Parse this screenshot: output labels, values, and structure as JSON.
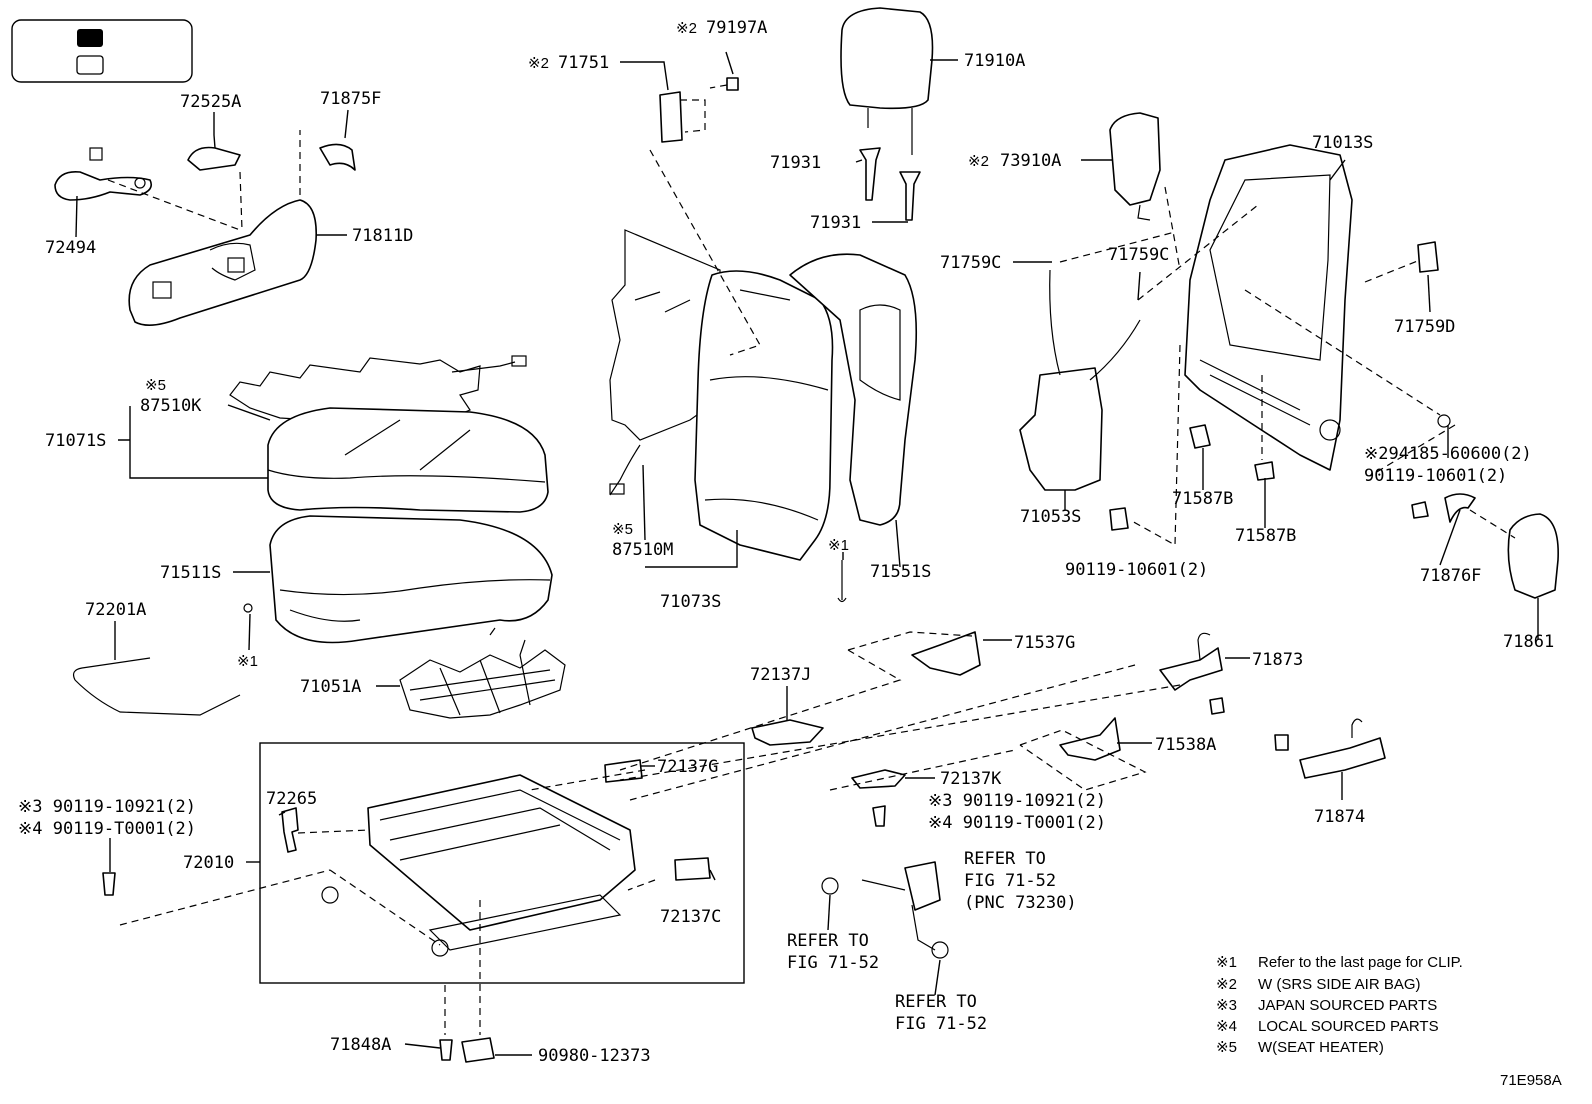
{
  "legend": {
    "filled_swatch": "#000000",
    "empty_swatch": "#ffffff"
  },
  "callouts": {
    "c72525A": "72525A",
    "c71875F": "71875F",
    "c72494": "72494",
    "c71811D": "71811D",
    "c79197A": "79197A",
    "c79197A_mark": "※2",
    "c71751": "71751",
    "c71751_mark": "※2",
    "c71910A": "71910A",
    "c71931a": "71931",
    "c71931b": "71931",
    "c73910A": "73910A",
    "c73910A_mark": "※2",
    "c71013S": "71013S",
    "c71759Ca": "71759C",
    "c71759Cb": "71759C",
    "c71759D": "71759D",
    "c87510K_mark": "※5",
    "c87510K": "87510K",
    "c71071S": "71071S",
    "c71511S": "71511S",
    "c72201A": "72201A",
    "c_clip1": "※1",
    "c71051A": "71051A",
    "c87510M_mark": "※5",
    "c87510M": "87510M",
    "c71073S": "71073S",
    "c_clip2": "※1",
    "c71551S": "71551S",
    "c71053S": "71053S",
    "c71587Ba": "71587B",
    "c71587Bb": "71587B",
    "c294185": "※294185-60600(2)",
    "c90119_10601a": "90119-10601(2)",
    "c90119_10601b": "90119-10601(2)",
    "c71876F": "71876F",
    "c71861": "71861",
    "c71537G": "71537G",
    "c72137J": "72137J",
    "c71873": "71873",
    "c71538A": "71538A",
    "c72137G": "72137G",
    "c72137K": "72137K",
    "c72265": "72265",
    "c72010": "72010",
    "c72137C": "72137C",
    "c71874": "71874",
    "c_left_3": "※3 90119-10921(2)",
    "c_left_4": "※4 90119-T0001(2)",
    "c_mid_3": "※3 90119-10921(2)",
    "c_mid_4": "※4 90119-T0001(2)",
    "refer1_a": "REFER TO",
    "refer1_b": "FIG 71-52",
    "refer1_c": "(PNC 73230)",
    "refer2_a": "REFER TO",
    "refer2_b": "FIG 71-52",
    "refer3_a": "REFER TO",
    "refer3_b": "FIG 71-52",
    "c71848A": "71848A",
    "c90980": "90980-12373"
  },
  "notes": [
    {
      "mark": "※1",
      "text": "Refer to the last page for CLIP."
    },
    {
      "mark": "※2",
      "text": "W (SRS SIDE AIR BAG)"
    },
    {
      "mark": "※3",
      "text": "JAPAN SOURCED PARTS"
    },
    {
      "mark": "※4",
      "text": "LOCAL SOURCED PARTS"
    },
    {
      "mark": "※5",
      "text": "W(SEAT HEATER)"
    }
  ],
  "figure_id": "71E958A"
}
